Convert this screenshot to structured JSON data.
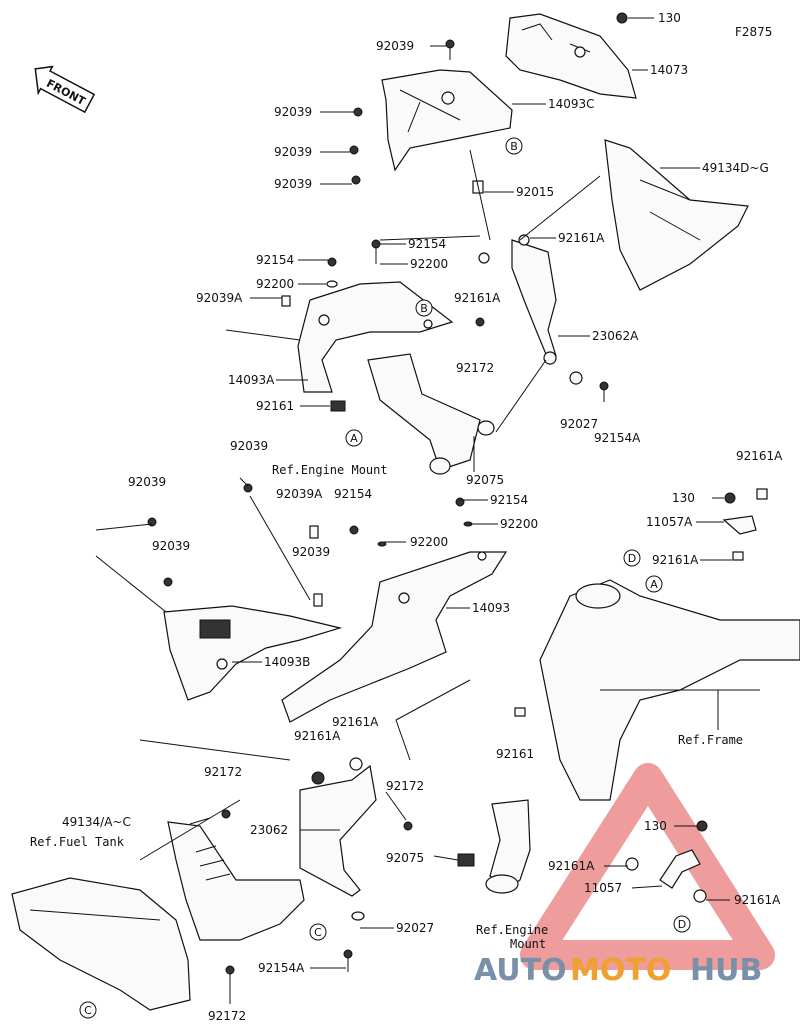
{
  "figure_code": "F2875",
  "front_label": "FRONT",
  "labels": {
    "l130a": "130",
    "l14073": "14073",
    "l92039a": "92039",
    "l14093c": "14093C",
    "l92039b": "92039",
    "l92039c": "92039",
    "l92039d": "92039",
    "l92015": "92015",
    "l49134dg": "49134D~G",
    "l92154a": "92154",
    "l92154b": "92154",
    "l92200a": "92200",
    "l92200b": "92200",
    "l92161a_a": "92161A",
    "l92039A_a": "92039A",
    "l92161a_b": "92161A",
    "l92172a": "92172",
    "l23062a": "23062A",
    "l14093a": "14093A",
    "l92161": "92161",
    "l92027a": "92027",
    "l92154A_a": "92154A",
    "l92075a": "92075",
    "l_ref_engine_a": "Ref.Engine Mount",
    "l92039e": "92039",
    "l92039f": "92039",
    "l92039A_b": "92039A",
    "l92154c": "92154",
    "l92154d": "92154",
    "l92200c": "92200",
    "l92200d": "92200",
    "l92039g": "92039",
    "l92039h": "92039",
    "l14093": "14093",
    "l14093b": "14093B",
    "l92161a_c": "92161A",
    "l130b": "130",
    "l11057a": "11057A",
    "l92161a_d": "92161A",
    "l92161a_e": "92161A",
    "l92161a_f": "92161A",
    "l92161b": "92161",
    "l_ref_frame": "Ref.Frame",
    "l92172b": "92172",
    "l92172c": "92172",
    "l49134ac": "49134/A~C",
    "l_ref_fuel": "Ref.Fuel Tank",
    "l23062": "23062",
    "l92075b": "92075",
    "l130c": "130",
    "l92161a_g": "92161A",
    "l11057": "11057",
    "l92161a_h": "92161A",
    "l92027b": "92027",
    "l92154A_b": "92154A",
    "l_ref_engine_b1": "Ref.Engine",
    "l_ref_engine_b2": "Mount",
    "l92172d": "92172"
  },
  "callouts": {
    "A": "A",
    "B": "B",
    "C": "C",
    "D": "D"
  },
  "watermark": {
    "part1": "AUTO",
    "part2": "MOTO",
    "part3": "HUB"
  }
}
